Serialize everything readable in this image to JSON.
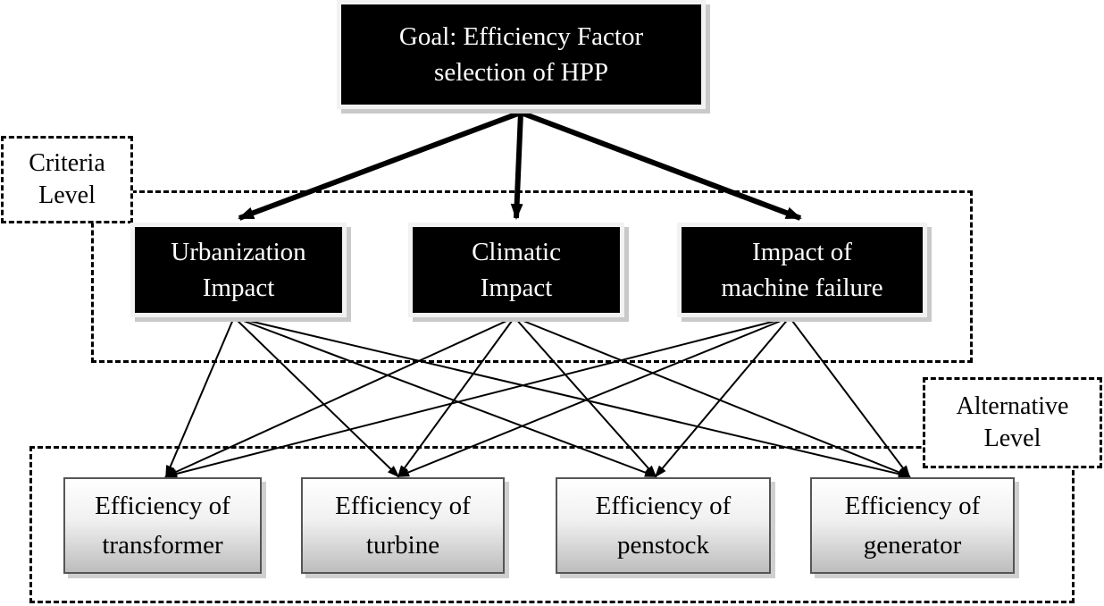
{
  "goal": {
    "line1": "Goal: Efficiency Factor",
    "line2": "selection of HPP"
  },
  "levels": {
    "criteria": {
      "line1": "Criteria",
      "line2": "Level"
    },
    "alternative": {
      "line1": "Alternative",
      "line2": "Level"
    }
  },
  "criteria": [
    {
      "line1": "Urbanization",
      "line2": "Impact"
    },
    {
      "line1": "Climatic",
      "line2": "Impact"
    },
    {
      "line1": "Impact of",
      "line2": "machine failure"
    }
  ],
  "alternatives": [
    {
      "line1": "Efficiency of",
      "line2": "transformer"
    },
    {
      "line1": "Efficiency of",
      "line2": "turbine"
    },
    {
      "line1": "Efficiency of",
      "line2": "penstock"
    },
    {
      "line1": "Efficiency of",
      "line2": "generator"
    }
  ],
  "colors": {
    "node_fill": "#000000",
    "node_text": "#ffffff",
    "alt_gradient_bottom": "#bdbdbd"
  }
}
